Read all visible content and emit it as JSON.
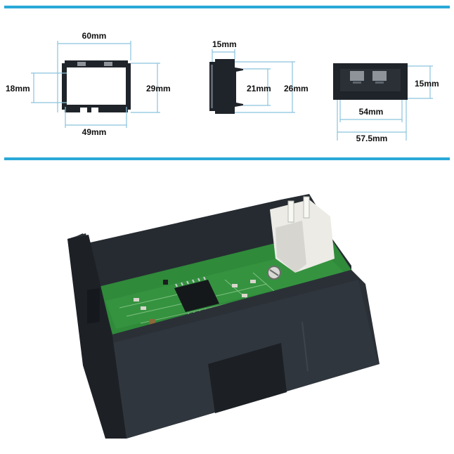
{
  "front_view": {
    "outer_width": "60mm",
    "inner_width": "49mm",
    "inner_height": "18mm",
    "outer_height": "29mm"
  },
  "side_view": {
    "flange": "15mm",
    "inner_depth": "21mm",
    "outer_depth": "26mm"
  },
  "top_view": {
    "height": "15mm",
    "inner_length": "54mm",
    "outer_length": "57.5mm"
  },
  "colors": {
    "accent_rule": "#2aa8d8",
    "dimension_line": "#8ac3de",
    "case": "#1f242a",
    "pcb": "#2f8a3a",
    "connector": "#ecebe6"
  }
}
